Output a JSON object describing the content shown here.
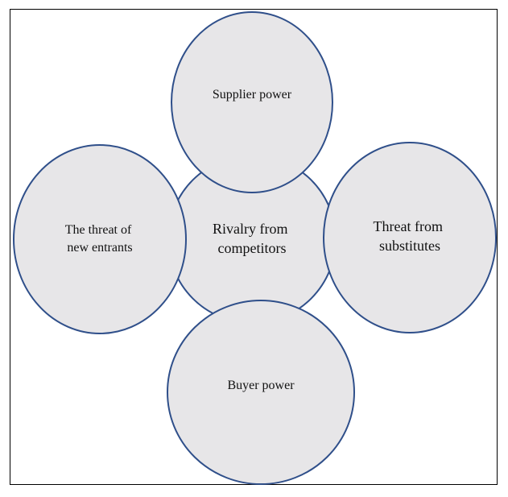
{
  "diagram": {
    "colors": {
      "frame": "#000000",
      "node_fill": "#e7e6e8",
      "node_stroke": "#2f4f8a",
      "text": "#111111"
    },
    "center": {
      "line1": "Rivalry from",
      "line2": "competitors"
    },
    "top": {
      "line1": "Supplier power"
    },
    "left": {
      "line1": "The threat of",
      "line2": "new entrants"
    },
    "right": {
      "line1": "Threat from",
      "line2": "substitutes"
    },
    "bottom": {
      "line1": "Buyer power"
    }
  }
}
